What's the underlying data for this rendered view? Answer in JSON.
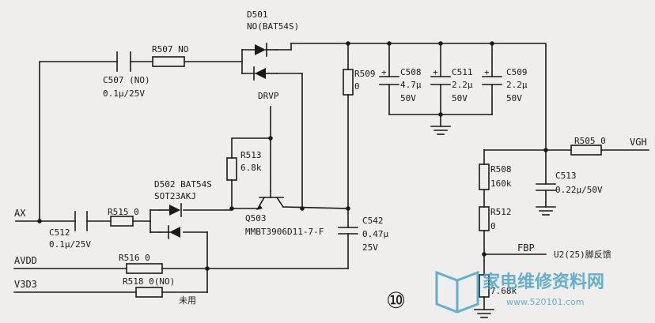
{
  "components": {
    "d501_ref": "D501",
    "d501_val": "NO(BAT54S)",
    "r507": "R507 NO",
    "c507_ref": "C507 (NO)",
    "c507_val": "0.1μ/25V",
    "drvp": "DRVP",
    "r513_ref": "R513",
    "r513_val": "6.8k",
    "d502_ref": "D502 BAT54S",
    "d502_pkg": "SOT23AKJ",
    "r515": "R515 0",
    "c512_ref": "C512",
    "c512_val": "0.1μ/25V",
    "q503_ref": "Q503",
    "q503_val": "MMBT3906D11-7-F",
    "r509_ref": "R509",
    "r509_val": "0",
    "c508_ref": "C508",
    "c508_cap": "4.7μ",
    "c508_v": "50V",
    "c511_ref": "C511",
    "c511_cap": "2.2μ",
    "c511_v": "50V",
    "c509_ref": "C509",
    "c509_cap": "2.2μ",
    "c509_v": "50V",
    "c542_ref": "C542",
    "c542_cap": "0.47μ",
    "c542_v": "25V",
    "r505": "R505 0",
    "c513_ref": "C513",
    "c513_val": "0.22μ/50V",
    "r508_ref": "R508",
    "r508_val": "160k",
    "r512_ref": "R512",
    "r512_val": "0",
    "r516": "R516 0",
    "r518": "R518 0(NO)",
    "r511_val": "7.68k",
    "unused": "未用"
  },
  "nets": {
    "ax": "AX",
    "avdd": "AVDD",
    "v3d3": "V3D3",
    "vgh": "VGH",
    "fbp": "FBP",
    "fbp_note": "U2(25)脚反馈"
  },
  "marker": "⑩",
  "watermark": {
    "title": "家电维修资料网",
    "url": "www.520101.com"
  }
}
